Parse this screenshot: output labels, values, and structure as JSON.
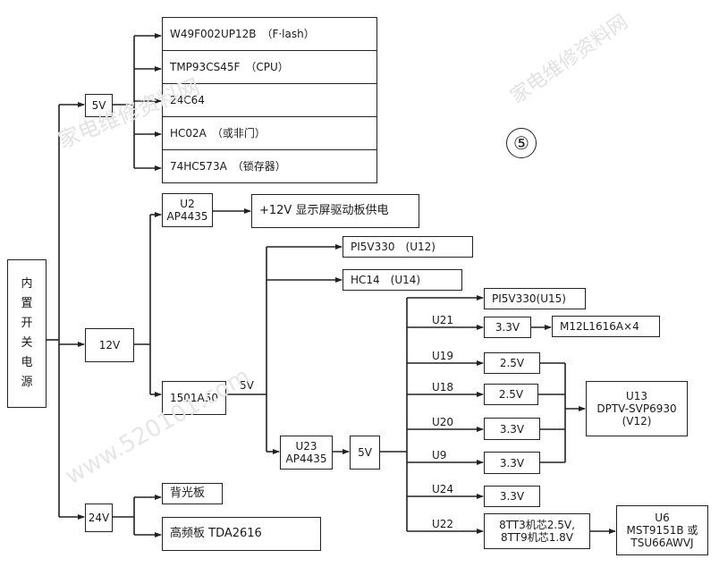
{
  "source": {
    "label": [
      "内",
      "置",
      "开",
      "关",
      "电",
      "源"
    ]
  },
  "rails": {
    "v5": "5V",
    "v12": "12V",
    "v24": "24V"
  },
  "five_v_loads": [
    "W49F002UP12B　（F·lash）",
    "TMP93CS45F　（CPU）",
    "24C64",
    "HC02A　（或非门）",
    "74HC573A　（锁存器）"
  ],
  "u2": {
    "ref": "U2",
    "part": "AP4435"
  },
  "lcd_supply": "+12V 显示屏驱动板供电",
  "reg1501": "1501A50",
  "reg1501_out": "5V",
  "pi5v330_u12": "PI5V330　(U12)",
  "hc14_u14": "HC14　(U14)",
  "u23": {
    "ref": "U23",
    "part": "AP4435"
  },
  "v5_second": "5V",
  "pi5v330_u15": "PI5V330(U15)",
  "regulators": [
    {
      "ref": "U21",
      "voltage": "3.3V"
    },
    {
      "ref": "U19",
      "voltage": "2.5V"
    },
    {
      "ref": "U18",
      "voltage": "2.5V"
    },
    {
      "ref": "U20",
      "voltage": "3.3V"
    },
    {
      "ref": "U9",
      "voltage": "3.3V"
    },
    {
      "ref": "U24",
      "voltage": "3.3V"
    },
    {
      "ref": "U22",
      "voltage_lines": [
        "8TT3机芯2.5V,",
        "8TT9机芯1.8V"
      ]
    }
  ],
  "sdram": "M12L1616A×4",
  "u13": {
    "ref": "U13",
    "part": "DPTV-SVP6930",
    "ver": "(V12)"
  },
  "u6": {
    "ref": "U6",
    "line1": "MST9151B 或",
    "line2": "TSU66AWVJ"
  },
  "backlight": "背光板",
  "tuner": "高频板 TDA2616",
  "page_mark": "⑤",
  "watermarks": [
    "家电维修资料网",
    "www.520101.com",
    "家电维修资料网"
  ]
}
